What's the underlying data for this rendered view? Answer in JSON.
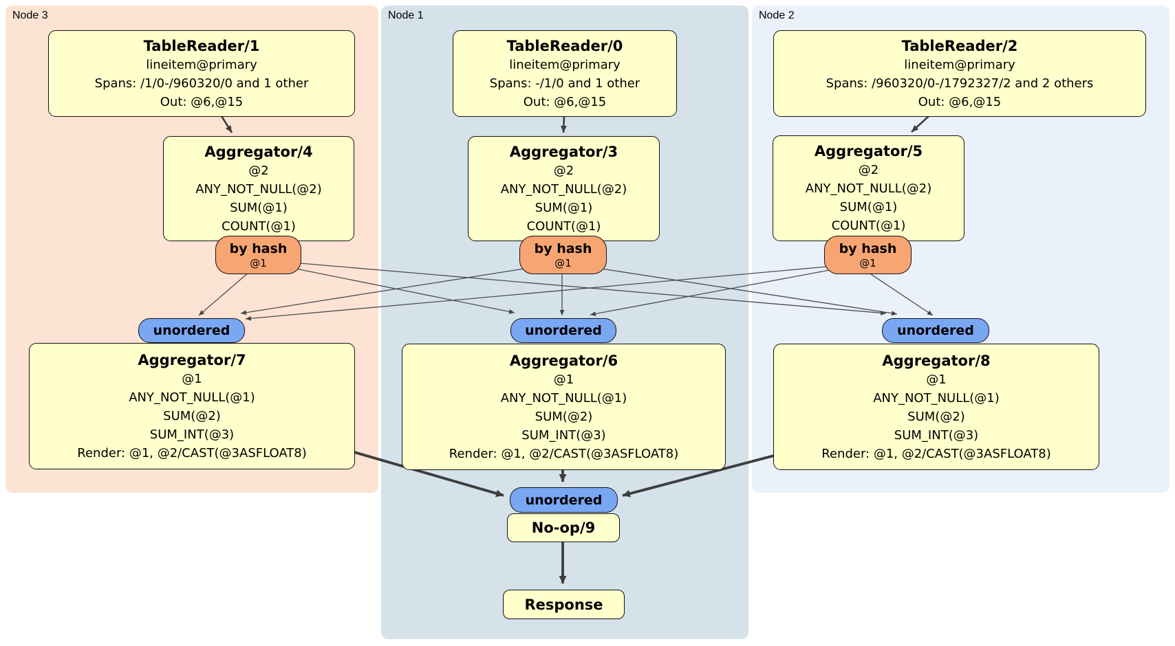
{
  "diagram_title": "distsql-plan",
  "colors": {
    "node3_region": "#fce3d3",
    "node1_region": "#d5e2ea",
    "node2_region": "#eaf1fa",
    "processor_box_fill": "#ffffcc",
    "router_fill": "#f7a572",
    "sync_fill": "#7aa7f2",
    "edge": "#454545",
    "border": "#111111"
  },
  "nodes": [
    {
      "label": "Node 3",
      "table_reader": {
        "title": "TableReader/1",
        "lines": [
          "lineitem@primary",
          "Spans: /1/0-/960320/0 and 1 other",
          "Out: @6,@15"
        ]
      },
      "aggregator": {
        "title": "Aggregator/4",
        "lines": [
          "@2",
          "ANY_NOT_NULL(@2)",
          "SUM(@1)",
          "COUNT(@1)"
        ]
      },
      "router": {
        "label": "by hash",
        "key": "@1"
      },
      "sync": {
        "label": "unordered"
      },
      "aggregator2": {
        "title": "Aggregator/7",
        "lines": [
          "@1",
          "ANY_NOT_NULL(@1)",
          "SUM(@2)",
          "SUM_INT(@3)",
          "Render: @1, @2/CAST(@3ASFLOAT8)"
        ]
      }
    },
    {
      "label": "Node 1",
      "table_reader": {
        "title": "TableReader/0",
        "lines": [
          "lineitem@primary",
          "Spans: -/1/0 and 1 other",
          "Out: @6,@15"
        ]
      },
      "aggregator": {
        "title": "Aggregator/3",
        "lines": [
          "@2",
          "ANY_NOT_NULL(@2)",
          "SUM(@1)",
          "COUNT(@1)"
        ]
      },
      "router": {
        "label": "by hash",
        "key": "@1"
      },
      "sync": {
        "label": "unordered"
      },
      "aggregator2": {
        "title": "Aggregator/6",
        "lines": [
          "@1",
          "ANY_NOT_NULL(@1)",
          "SUM(@2)",
          "SUM_INT(@3)",
          "Render: @1, @2/CAST(@3ASFLOAT8)"
        ]
      }
    },
    {
      "label": "Node 2",
      "table_reader": {
        "title": "TableReader/2",
        "lines": [
          "lineitem@primary",
          "Spans: /960320/0-/1792327/2 and 2 others",
          "Out: @6,@15"
        ]
      },
      "aggregator": {
        "title": "Aggregator/5",
        "lines": [
          "@2",
          "ANY_NOT_NULL(@2)",
          "SUM(@1)",
          "COUNT(@1)"
        ]
      },
      "router": {
        "label": "by hash",
        "key": "@1"
      },
      "sync": {
        "label": "unordered"
      },
      "aggregator2": {
        "title": "Aggregator/8",
        "lines": [
          "@1",
          "ANY_NOT_NULL(@1)",
          "SUM(@2)",
          "SUM_INT(@3)",
          "Render: @1, @2/CAST(@3ASFLOAT8)"
        ]
      }
    }
  ],
  "final": {
    "sync": {
      "label": "unordered"
    },
    "noop": {
      "title": "No-op/9"
    },
    "response": {
      "title": "Response"
    }
  }
}
